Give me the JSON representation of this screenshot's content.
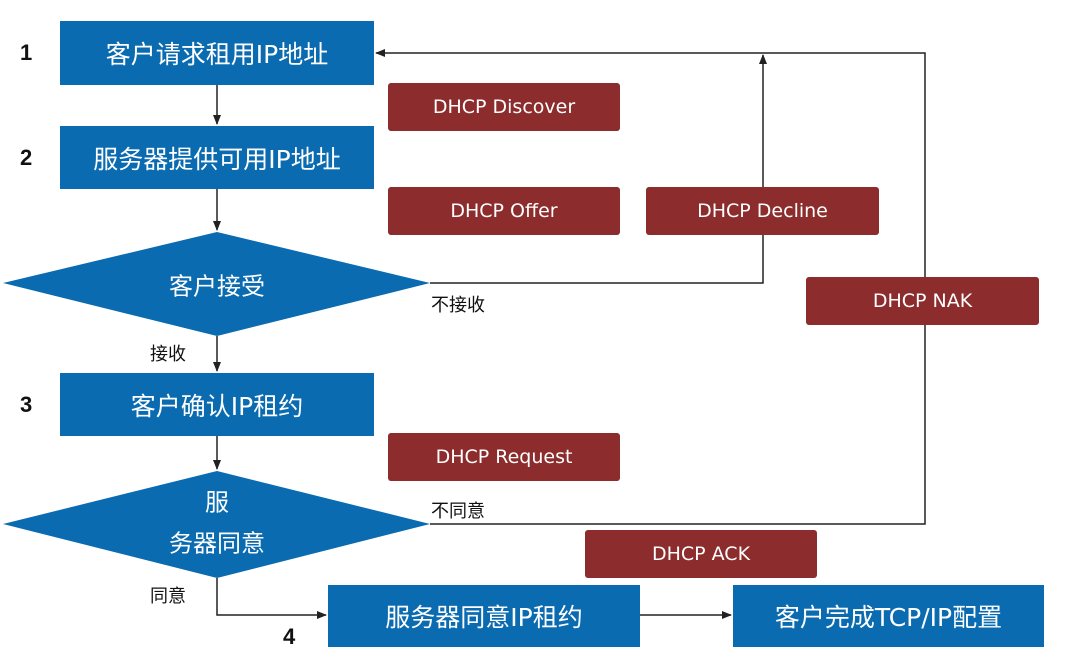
{
  "steps": {
    "n1": "1",
    "n2": "2",
    "n3": "3",
    "n4": "4",
    "request_ip": "客户请求租用IP地址",
    "offer_ip": "服务器提供可用IP地址",
    "confirm_lease": "客户确认IP租约",
    "server_agree_lease": "服务器同意IP租约",
    "client_complete": "客户完成TCP/IP配置"
  },
  "decisions": {
    "client_accept": "客户接受",
    "server_agree_line1": "服",
    "server_agree_line2": "务器同意"
  },
  "messages": {
    "discover": "DHCP Discover",
    "offer": "DHCP Offer",
    "decline": "DHCP Decline",
    "nak": "DHCP NAK",
    "request": "DHCP Request",
    "ack": "DHCP ACK"
  },
  "labels": {
    "not_accept": "不接收",
    "accept": "接收",
    "not_agree": "不同意",
    "agree": "同意"
  },
  "colors": {
    "step_fill": "#0a6bb0",
    "message_fill": "#8c2c2c",
    "connector": "#222222"
  }
}
